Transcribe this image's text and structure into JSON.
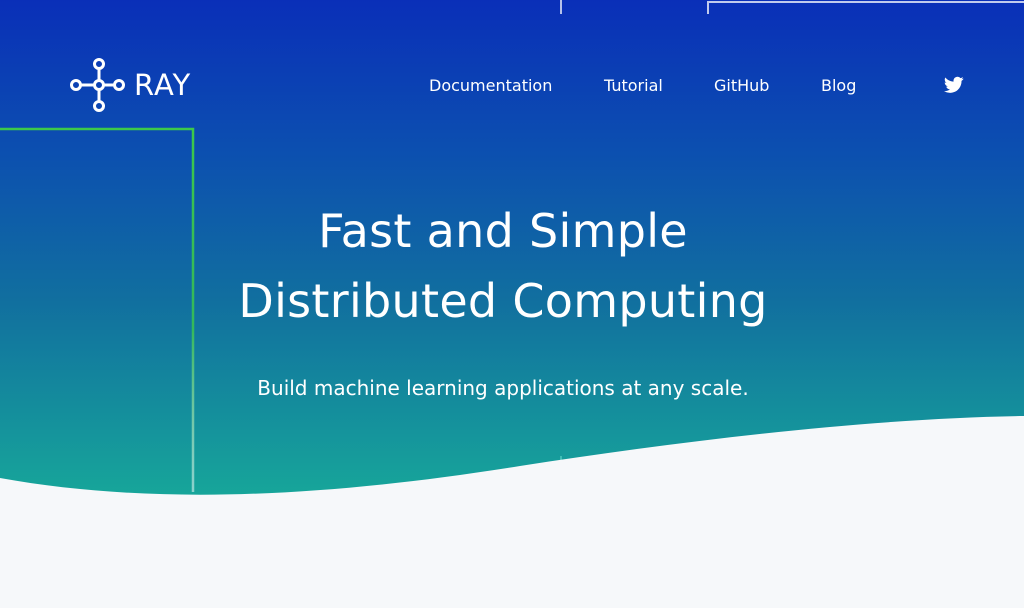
{
  "brand": {
    "logo_text": "RAY",
    "logo_icon": "ray-nodes-icon"
  },
  "nav": {
    "items": [
      {
        "label": "Documentation"
      },
      {
        "label": "Tutorial"
      },
      {
        "label": "GitHub"
      },
      {
        "label": "Blog"
      }
    ],
    "social_icon": "twitter-icon"
  },
  "hero": {
    "headline_line1": "Fast and Simple",
    "headline_line2": "Distributed Computing",
    "subtitle": "Build machine learning applications at any scale."
  },
  "colors": {
    "gradient_top": "#0a2fb8",
    "gradient_bottom": "#17a79a",
    "accent_green": "#3cc94a",
    "page_bg": "#f6f8fa",
    "text": "#ffffff"
  }
}
